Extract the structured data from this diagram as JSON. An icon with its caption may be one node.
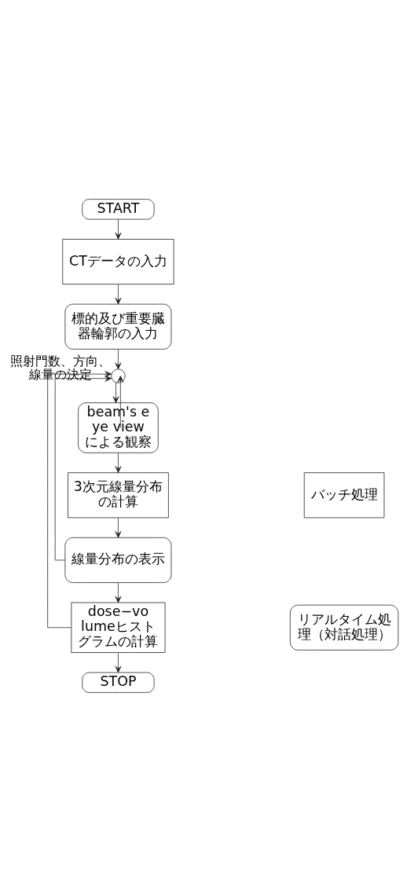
{
  "diagram": {
    "nodes": [
      {
        "text": [
          "START"
        ]
      },
      {
        "text": [
          "CTデータの入力"
        ]
      },
      {
        "text": [
          "標的及び重要臓器輪郭の入力"
        ]
      },
      {
        "text": [],
        "shape": "circle",
        "beside": [
          "照射門数、方向、線量の決定"
        ]
      },
      {
        "text": [
          "beam's eye viewによる観察"
        ]
      },
      {
        "text": [
          "3次元線量分布の計算"
        ]
      },
      {
        "text": [
          "線量分布の表示"
        ]
      },
      {
        "text": [
          "dose−volumeヒストグラムの計算"
        ]
      },
      {
        "text": [
          "STOP"
        ]
      },
      {
        "text": [
          "バッチ処理"
        ]
      },
      {
        "text": [
          "リアルタイム処理（対話処理）"
        ]
      }
    ],
    "edges": [
      {
        "from": 0,
        "to": 1,
        "arrow": "to"
      },
      {
        "from": 1,
        "to": 2,
        "arrow": "to"
      },
      {
        "from": 2,
        "to": 3,
        "arrow": "to"
      },
      {
        "from": 3,
        "to": 4,
        "arrow": "to"
      },
      {
        "from": 4,
        "to": 5,
        "arrow": "to"
      },
      {
        "from": 5,
        "to": 6,
        "arrow": "to"
      },
      {
        "from": 6,
        "to": 7,
        "arrow": "to"
      },
      {
        "from": 7,
        "to": 8,
        "arrow": "to"
      },
      {
        "from": 4,
        "to": 3,
        "arrow": "to"
      },
      {
        "from": 6,
        "to": 3,
        "arrow": "to"
      },
      {
        "from": 7,
        "to": 3,
        "arrow": "to"
      }
    ]
  }
}
